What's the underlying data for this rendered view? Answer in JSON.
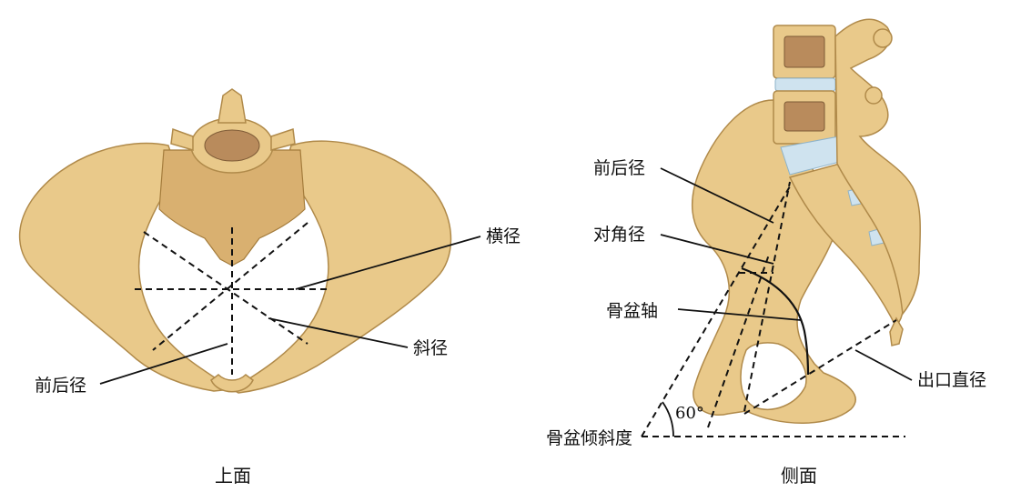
{
  "top_view": {
    "caption": "上面",
    "labels": {
      "transverse": "横径",
      "oblique": "斜径",
      "anteroposterior": "前后径"
    }
  },
  "side_view": {
    "caption": "侧面",
    "labels": {
      "anteroposterior": "前后径",
      "diagonal": "对角径",
      "pelvic_axis": "骨盆轴",
      "outlet": "出口直径",
      "inclination": "骨盆倾斜度",
      "angle": "60°"
    }
  },
  "colors": {
    "bone": "#e9c98a",
    "bone_outline": "#b08a4a",
    "disc": "#cfe3ef"
  }
}
